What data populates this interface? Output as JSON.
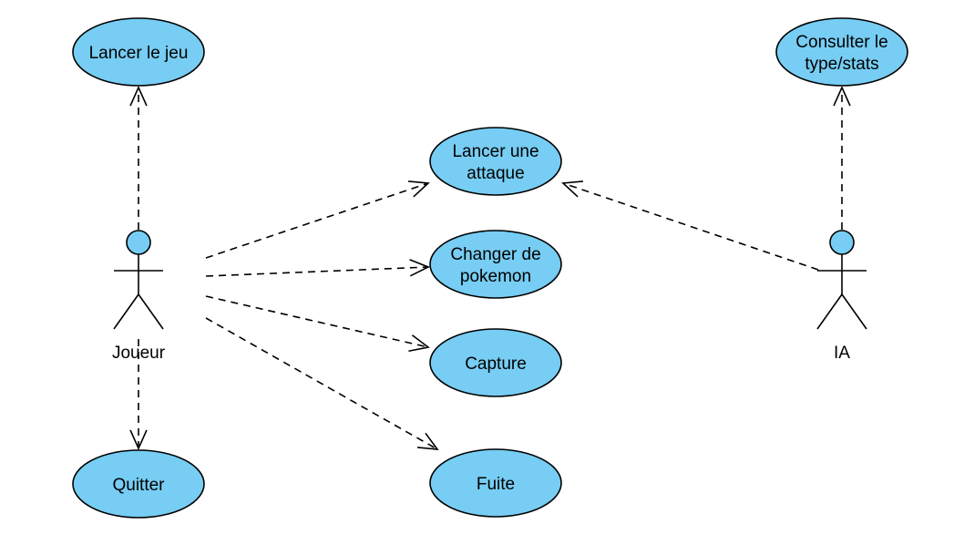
{
  "colors": {
    "use_case_fill": "#77cdf3",
    "actor_head_fill": "#77cdf3",
    "stroke": "#000000",
    "background": "#ffffff"
  },
  "actors": [
    {
      "id": "joueur",
      "label": "Joueur"
    },
    {
      "id": "ia",
      "label": "IA"
    }
  ],
  "use_cases": [
    {
      "id": "lancer-le-jeu",
      "lines": [
        "Lancer le jeu"
      ]
    },
    {
      "id": "quitter",
      "lines": [
        "Quitter"
      ]
    },
    {
      "id": "lancer-une-attaque",
      "lines": [
        "Lancer une",
        "attaque"
      ]
    },
    {
      "id": "changer-de-pokemon",
      "lines": [
        "Changer de",
        "pokemon"
      ]
    },
    {
      "id": "capture",
      "lines": [
        "Capture"
      ]
    },
    {
      "id": "fuite",
      "lines": [
        "Fuite"
      ]
    },
    {
      "id": "consulter-le-type-stats",
      "lines": [
        "Consulter le",
        "type/stats"
      ]
    }
  ],
  "relationships": [
    {
      "from": "joueur",
      "to": "lancer-le-jeu",
      "style": "dashed-open-arrow"
    },
    {
      "from": "joueur",
      "to": "quitter",
      "style": "dashed-open-arrow"
    },
    {
      "from": "joueur",
      "to": "lancer-une-attaque",
      "style": "dashed-open-arrow"
    },
    {
      "from": "joueur",
      "to": "changer-de-pokemon",
      "style": "dashed-open-arrow"
    },
    {
      "from": "joueur",
      "to": "capture",
      "style": "dashed-open-arrow"
    },
    {
      "from": "joueur",
      "to": "fuite",
      "style": "dashed-open-arrow"
    },
    {
      "from": "ia",
      "to": "lancer-une-attaque",
      "style": "dashed-open-arrow"
    },
    {
      "from": "ia",
      "to": "consulter-le-type-stats",
      "style": "dashed-open-arrow"
    }
  ]
}
